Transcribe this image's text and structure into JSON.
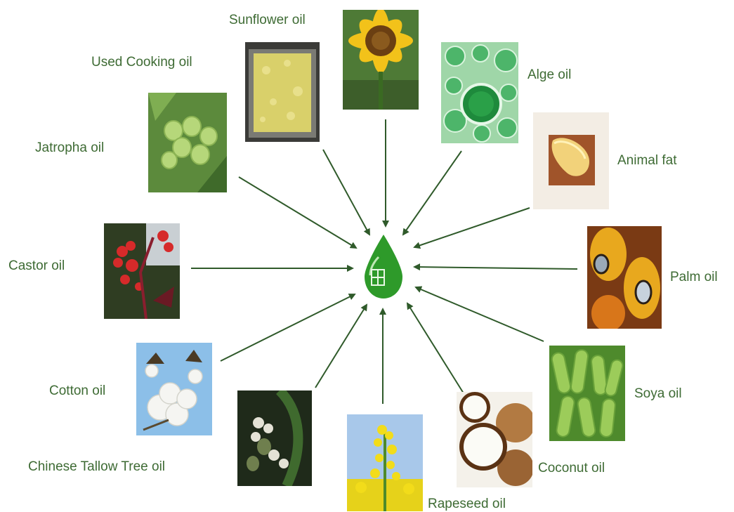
{
  "center": {
    "icon": "oil-drop-icon",
    "color": "#2e9a2a"
  },
  "colors": {
    "label": "#3e6b34",
    "arrow": "#2f5a2a"
  },
  "sources": [
    {
      "id": "sunflower",
      "label": "Sunflower oil",
      "icon": "sunflower-photo"
    },
    {
      "id": "used-cooking",
      "label": "Used Cooking oil",
      "icon": "fryer-oil-photo"
    },
    {
      "id": "alge",
      "label": "Alge oil",
      "icon": "algae-cells-photo"
    },
    {
      "id": "jatropha",
      "label": "Jatropha oil",
      "icon": "jatropha-fruit-photo"
    },
    {
      "id": "animal-fat",
      "label": "Animal fat",
      "icon": "fat-block-photo"
    },
    {
      "id": "castor",
      "label": "Castor oil",
      "icon": "castor-plant-photo"
    },
    {
      "id": "palm",
      "label": "Palm oil",
      "icon": "palm-fruit-photo"
    },
    {
      "id": "cotton",
      "label": "Cotton oil",
      "icon": "cotton-boll-photo"
    },
    {
      "id": "soya",
      "label": "Soya oil",
      "icon": "soybean-pods-photo"
    },
    {
      "id": "chinese-tallow",
      "label": "Chinese Tallow Tree oil",
      "icon": "tallow-seeds-photo"
    },
    {
      "id": "coconut",
      "label": "Coconut oil",
      "icon": "coconut-photo"
    },
    {
      "id": "rapeseed",
      "label": "Rapeseed oil",
      "icon": "rapeseed-flower-photo"
    }
  ]
}
